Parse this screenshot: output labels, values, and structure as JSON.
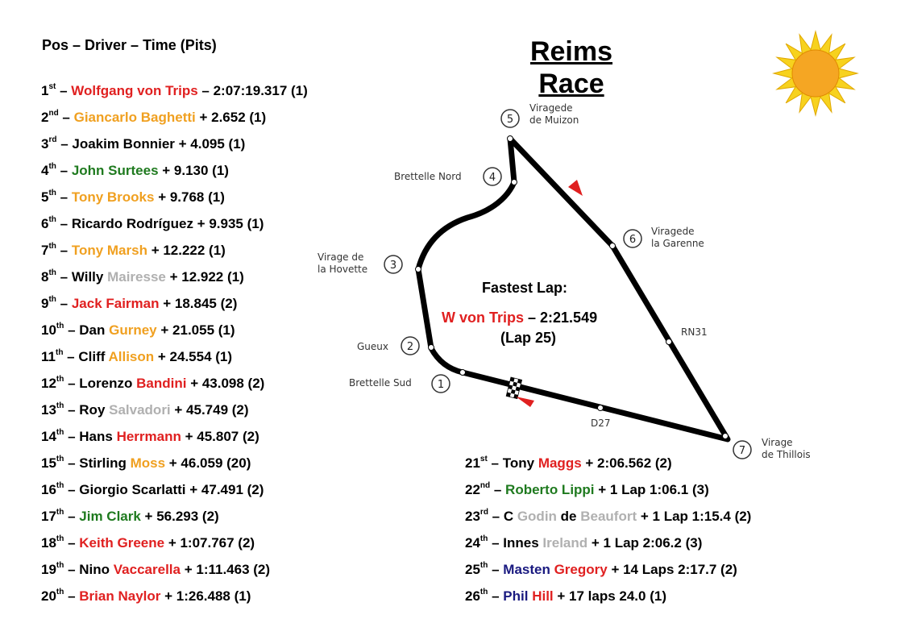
{
  "header": "Pos – Driver – Time (Pits)",
  "title": [
    "Reims",
    "Race"
  ],
  "colors": {
    "red": "#e02020",
    "orange": "#f0a020",
    "green": "#1f7a1f",
    "grey": "#b0b0b0",
    "navy": "#1a1a80",
    "black": "#000000"
  },
  "results": [
    {
      "pos": "1",
      "suf": "st",
      "segs": [
        [
          "Wolfgang von Trips",
          "red"
        ],
        [
          " – 2:07:19.317 (1)",
          "black"
        ]
      ]
    },
    {
      "pos": "2",
      "suf": "nd",
      "segs": [
        [
          "Giancarlo Baghetti",
          "orange"
        ],
        [
          " + 2.652 (1)",
          "black"
        ]
      ]
    },
    {
      "pos": "3",
      "suf": "rd",
      "segs": [
        [
          "Joakim Bonnier + 4.095 (1)",
          "black"
        ]
      ]
    },
    {
      "pos": "4",
      "suf": "th",
      "segs": [
        [
          "John Surtees",
          "green"
        ],
        [
          " + 9.130 (1)",
          "black"
        ]
      ]
    },
    {
      "pos": "5",
      "suf": "th",
      "segs": [
        [
          "Tony Brooks",
          "orange"
        ],
        [
          " + 9.768 (1)",
          "black"
        ]
      ]
    },
    {
      "pos": "6",
      "suf": "th",
      "segs": [
        [
          "Ricardo Rodríguez + 9.935 (1)",
          "black"
        ]
      ]
    },
    {
      "pos": "7",
      "suf": "th",
      "segs": [
        [
          "Tony Marsh",
          "orange"
        ],
        [
          " + 12.222 (1)",
          "black"
        ]
      ]
    },
    {
      "pos": "8",
      "suf": "th",
      "segs": [
        [
          "Willy ",
          "black"
        ],
        [
          "Mairesse",
          "grey"
        ],
        [
          " + 12.922 (1)",
          "black"
        ]
      ]
    },
    {
      "pos": "9",
      "suf": "th",
      "segs": [
        [
          "Jack Fairman",
          "red"
        ],
        [
          " + 18.845 (2)",
          "black"
        ]
      ]
    },
    {
      "pos": "10",
      "suf": "th",
      "segs": [
        [
          "Dan ",
          "black"
        ],
        [
          "Gurney",
          "orange"
        ],
        [
          " + 21.055 (1)",
          "black"
        ]
      ]
    },
    {
      "pos": "11",
      "suf": "th",
      "segs": [
        [
          "Cliff ",
          "black"
        ],
        [
          "Allison",
          "orange"
        ],
        [
          " + 24.554 (1)",
          "black"
        ]
      ]
    },
    {
      "pos": "12",
      "suf": "th",
      "segs": [
        [
          "Lorenzo ",
          "black"
        ],
        [
          "Bandini",
          "red"
        ],
        [
          " + 43.098 (2)",
          "black"
        ]
      ]
    },
    {
      "pos": "13",
      "suf": "th",
      "segs": [
        [
          "Roy ",
          "black"
        ],
        [
          "Salvadori",
          "grey"
        ],
        [
          " + 45.749 (2)",
          "black"
        ]
      ]
    },
    {
      "pos": "14",
      "suf": "th",
      "segs": [
        [
          "Hans ",
          "black"
        ],
        [
          "Herrmann",
          "red"
        ],
        [
          " + 45.807 (2)",
          "black"
        ]
      ]
    },
    {
      "pos": "15",
      "suf": "th",
      "segs": [
        [
          "Stirling ",
          "black"
        ],
        [
          "Moss",
          "orange"
        ],
        [
          " + 46.059 (20)",
          "black"
        ]
      ]
    },
    {
      "pos": "16",
      "suf": "th",
      "segs": [
        [
          "Giorgio Scarlatti + 47.491 (2)",
          "black"
        ]
      ]
    },
    {
      "pos": "17",
      "suf": "th",
      "segs": [
        [
          "Jim Clark",
          "green"
        ],
        [
          " + 56.293 (2)",
          "black"
        ]
      ]
    },
    {
      "pos": "18",
      "suf": "th",
      "segs": [
        [
          "Keith Greene",
          "red"
        ],
        [
          " + 1:07.767 (2)",
          "black"
        ]
      ]
    },
    {
      "pos": "19",
      "suf": "th",
      "segs": [
        [
          "Nino ",
          "black"
        ],
        [
          "Vaccarella",
          "red"
        ],
        [
          " + 1:11.463 (2)",
          "black"
        ]
      ]
    },
    {
      "pos": "20",
      "suf": "th",
      "segs": [
        [
          "Brian Naylor",
          "red"
        ],
        [
          " + 1:26.488 (1)",
          "black"
        ]
      ]
    },
    {
      "pos": "21",
      "suf": "st",
      "segs": [
        [
          "Tony ",
          "black"
        ],
        [
          "Maggs",
          "red"
        ],
        [
          " + 2:06.562 (2)",
          "black"
        ]
      ]
    },
    {
      "pos": "22",
      "suf": "nd",
      "segs": [
        [
          "Roberto Lippi",
          "green"
        ],
        [
          " + 1 Lap 1:06.1 (3)",
          "black"
        ]
      ]
    },
    {
      "pos": "23",
      "suf": "rd",
      "segs": [
        [
          "C ",
          "black"
        ],
        [
          "Godin",
          "grey"
        ],
        [
          " de ",
          "black"
        ],
        [
          "Beaufort",
          "grey"
        ],
        [
          " + 1 Lap 1:15.4 (2)",
          "black"
        ]
      ]
    },
    {
      "pos": "24",
      "suf": "th",
      "segs": [
        [
          "Innes ",
          "black"
        ],
        [
          "Ireland",
          "grey"
        ],
        [
          " + 1 Lap 2:06.2 (3)",
          "black"
        ]
      ]
    },
    {
      "pos": "25",
      "suf": "th",
      "segs": [
        [
          "Masten ",
          "navy"
        ],
        [
          "Gregory",
          "red"
        ],
        [
          " + 14 Laps 2:17.7 (2)",
          "black"
        ]
      ]
    },
    {
      "pos": "26",
      "suf": "th",
      "segs": [
        [
          "Phil ",
          "navy"
        ],
        [
          "Hill",
          "red"
        ],
        [
          " + 17 laps 24.0 (1)",
          "black"
        ]
      ]
    }
  ],
  "corners": [
    {
      "num": "1",
      "lines": [
        "Brettelle Sud"
      ]
    },
    {
      "num": "2",
      "lines": [
        "Gueux"
      ]
    },
    {
      "num": "3",
      "lines": [
        "Virage de",
        "la Hovette"
      ]
    },
    {
      "num": "4",
      "lines": [
        "Brettelle Nord"
      ]
    },
    {
      "num": "5",
      "lines": [
        "Viragede",
        "de Muizon"
      ]
    },
    {
      "num": "6",
      "lines": [
        "Viragede",
        "la Garenne"
      ]
    },
    {
      "num": "7",
      "lines": [
        "Virage",
        "de Thillois"
      ]
    }
  ],
  "roads": [
    "RN31",
    "D27"
  ],
  "fastest_lap": {
    "label": "Fastest Lap:",
    "driver": "W von Trips",
    "time": " – 2:21.549",
    "lap": "(Lap 25)"
  }
}
